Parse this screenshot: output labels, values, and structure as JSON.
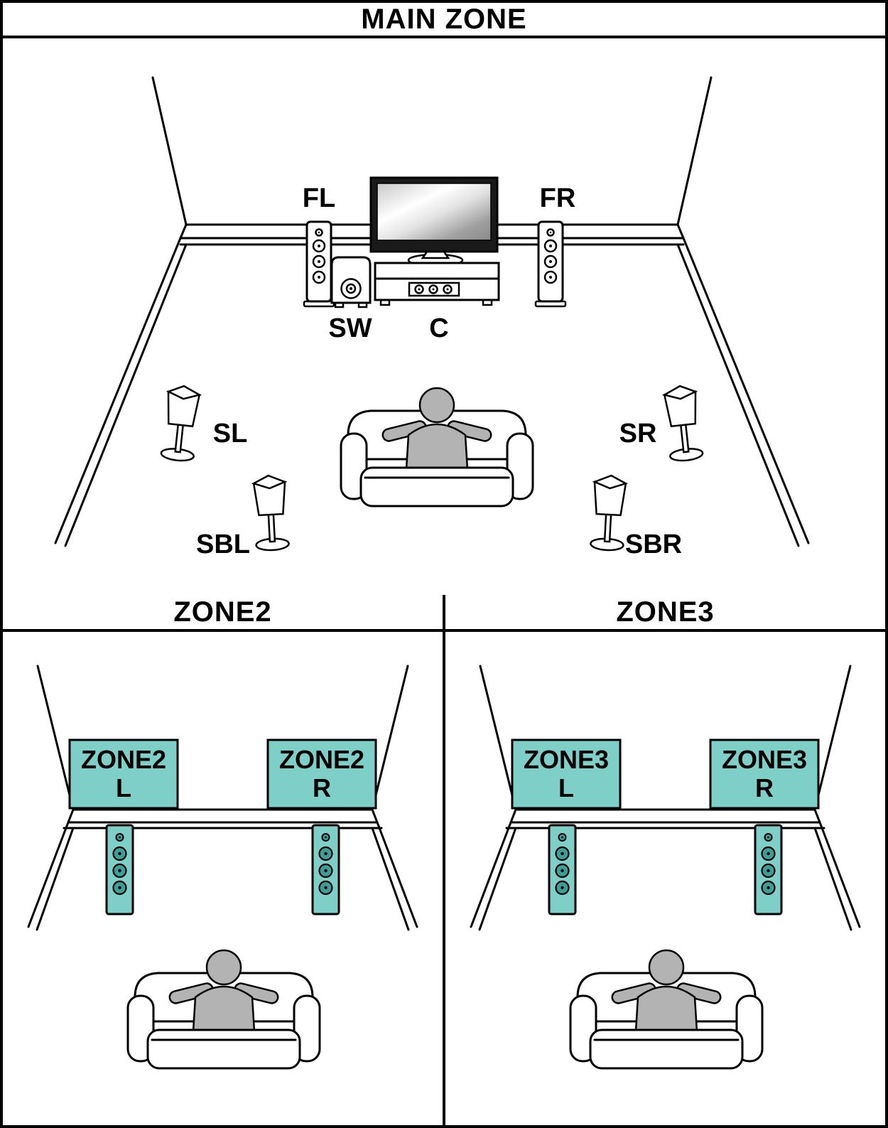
{
  "colors": {
    "teal": "#7fcfc9",
    "teal_dark": "#3f9d97"
  },
  "main_zone": {
    "title": "MAIN ZONE",
    "labels": {
      "fl": "FL",
      "fr": "FR",
      "sw": "SW",
      "c": "C",
      "sl": "SL",
      "sr": "SR",
      "sbl": "SBL",
      "sbr": "SBR"
    }
  },
  "zone2": {
    "title": "ZONE2",
    "left": {
      "line1": "ZONE2",
      "line2": "L"
    },
    "right": {
      "line1": "ZONE2",
      "line2": "R"
    }
  },
  "zone3": {
    "title": "ZONE3",
    "left": {
      "line1": "ZONE3",
      "line2": "L"
    },
    "right": {
      "line1": "ZONE3",
      "line2": "R"
    }
  }
}
